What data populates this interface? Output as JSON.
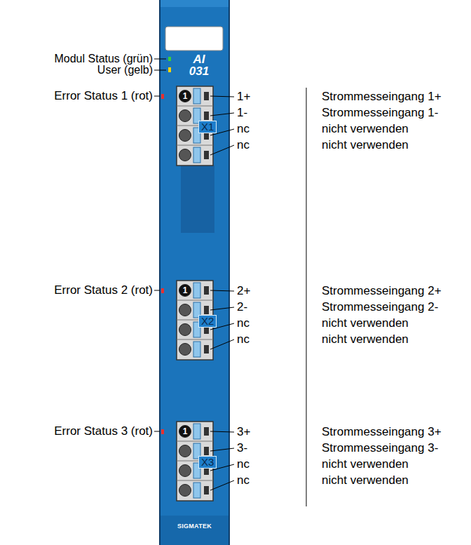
{
  "diagram": {
    "nodes": [
      {
        "text": [
          "AI 031",
          "SIGMATEK"
        ]
      }
    ],
    "labels": [
      "Modul Status (grün)",
      "User (gelb)",
      "Error Status 1 (rot)",
      "1",
      "1+",
      "1-",
      "nc",
      "nc",
      "X1",
      "Strommesseingang 1+",
      "Strommesseingang 1-",
      "nicht verwenden",
      "nicht verwenden",
      "Error Status 2 (rot)",
      "1",
      "2+",
      "2-",
      "nc",
      "nc",
      "X2",
      "Strommesseingang 2+",
      "Strommesseingang 2-",
      "nicht verwenden",
      "nicht verwenden",
      "Error Status 3 (rot)",
      "1",
      "3+",
      "3-",
      "nc",
      "nc",
      "X3",
      "Strommesseingang 3+",
      "Strommesseingang 3-",
      "nicht verwenden",
      "nicht verwenden"
    ]
  }
}
